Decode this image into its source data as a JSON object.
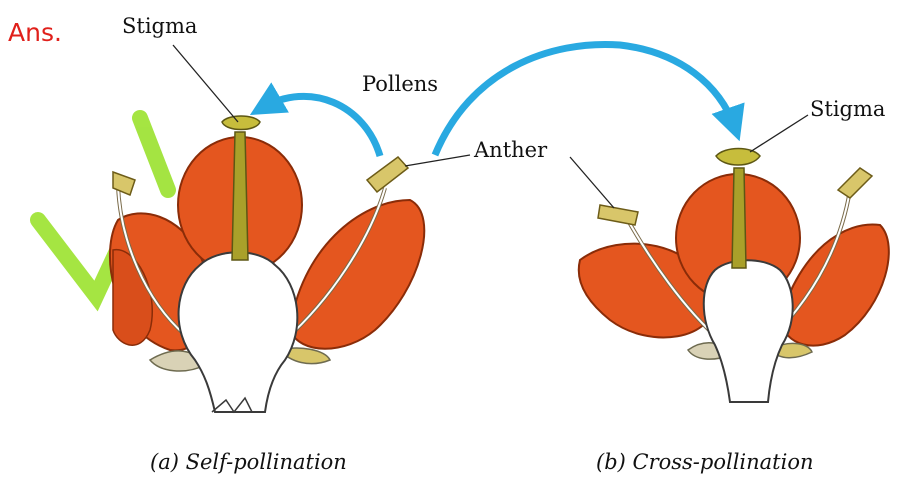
{
  "answer_prefix": "Ans.",
  "colors": {
    "answer_prefix": "#e0201b",
    "petal": "#e4561f",
    "petal_edge": "#8a2c08",
    "style": "#a9a02a",
    "arrow": "#29a9e1",
    "watermark": "#9be22e"
  },
  "labels": {
    "stigma_left": "Stigma",
    "pollens": "Pollens",
    "anther": "Anther",
    "stigma_right": "Stigma"
  },
  "captions": {
    "self": "(a) Self-pollination",
    "cross": "(b) Cross-pollination"
  },
  "icons": [
    "self-pollination-arrow",
    "cross-pollination-arrow",
    "watermark-stroke"
  ]
}
